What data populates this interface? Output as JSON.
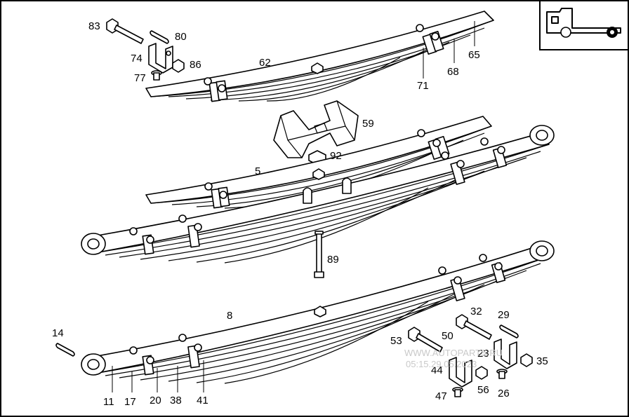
{
  "callouts": {
    "c83": "83",
    "c80": "80",
    "c74": "74",
    "c86": "86",
    "c77": "77",
    "c62": "62",
    "c65": "65",
    "c68": "68",
    "c71": "71",
    "c59": "59",
    "c92": "92",
    "c5": "5",
    "c89": "89",
    "c8": "8",
    "c14": "14",
    "c32": "32",
    "c29": "29",
    "c53": "53",
    "c50": "50",
    "c23": "23",
    "c35": "35",
    "c44": "44",
    "c56": "56",
    "c26": "26",
    "c47": "47",
    "c11": "11",
    "c17": "17",
    "c20": "20",
    "c38": "38",
    "c41": "41"
  },
  "watermark": {
    "line1": "WWW.AUTOPARTS.RU",
    "line2": "05:15.29.05.2023"
  },
  "colors": {
    "line": "#000000",
    "background": "#ffffff",
    "watermark": "#c9c9c9"
  },
  "icons": {
    "vehicle": "truck-rear-axle-icon"
  }
}
